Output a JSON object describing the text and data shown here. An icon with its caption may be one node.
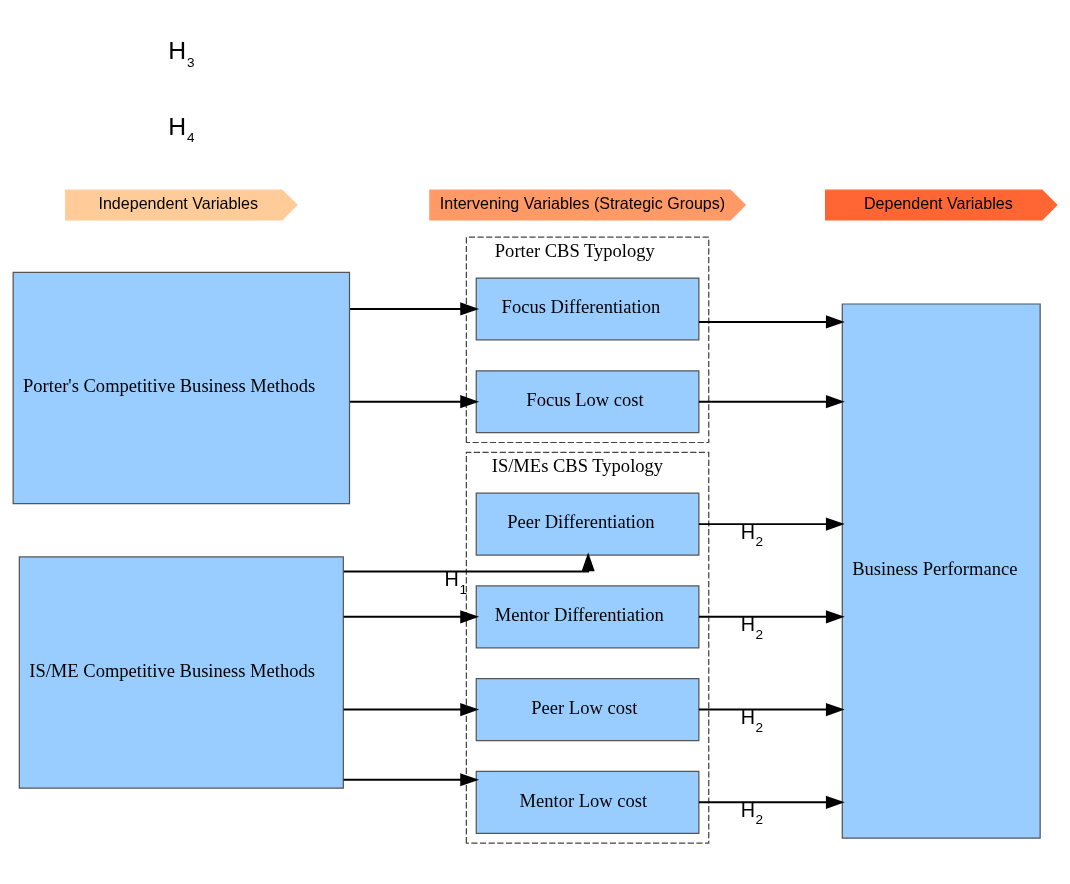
{
  "diagram": {
    "nodes": [
      {
        "text": [
          "Porter's Competitive Business Methods"
        ]
      },
      {
        "text": [
          "Porter CBS Typology"
        ]
      },
      {
        "text": [
          "Focus Differentiation"
        ],
        "in": 1
      },
      {
        "text": [
          "Focus Low cost"
        ],
        "in": 1
      },
      {
        "text": [
          "IS/ME Competitive Business Methods"
        ]
      },
      {
        "text": [
          "IS/MEs CBS Typology"
        ]
      },
      {
        "text": [
          "Peer Differentiation"
        ],
        "in": 5
      },
      {
        "text": [
          "Mentor Differentiation"
        ],
        "in": 5
      },
      {
        "text": [
          "Peer Low cost"
        ],
        "in": 5
      },
      {
        "text": [
          "Mentor Low cost"
        ],
        "in": 5
      },
      {
        "text": [
          "Business Performance"
        ]
      },
      {
        "text": [
          "Independent Variables"
        ]
      },
      {
        "text": [
          "Intervening Variables (Strategic Groups)"
        ]
      },
      {
        "text": [
          "Dependent Variables"
        ]
      }
    ],
    "edges": [
      {
        "from": 0,
        "to": 2,
        "arrow": "to"
      },
      {
        "from": 0,
        "to": 3,
        "arrow": "to"
      },
      {
        "from": 4,
        "to": 6,
        "arrow": "to",
        "label": "H$_{1}$"
      },
      {
        "from": 4,
        "to": 7,
        "arrow": "to"
      },
      {
        "from": 4,
        "to": 8,
        "arrow": "to"
      },
      {
        "from": 4,
        "to": 9,
        "arrow": "to"
      },
      {
        "from": 2,
        "to": 10,
        "arrow": "to"
      },
      {
        "from": 3,
        "to": 10,
        "arrow": "to"
      },
      {
        "from": 6,
        "to": 10,
        "arrow": "to",
        "label": "H$_{2}$"
      },
      {
        "from": 7,
        "to": 10,
        "arrow": "to",
        "label": "H$_{2}$"
      },
      {
        "from": 8,
        "to": 10,
        "arrow": "to",
        "label": "H$_{2}$"
      },
      {
        "from": 9,
        "to": 10,
        "arrow": "to",
        "label": "H$_{2}$"
      }
    ],
    "labels": [
      "H$_{4}$",
      "H$_{3}$"
    ]
  }
}
